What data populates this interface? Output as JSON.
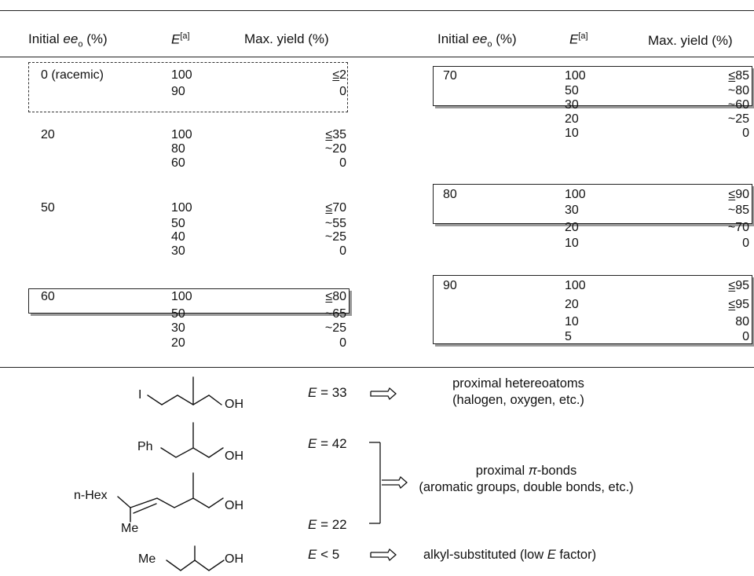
{
  "headers": {
    "ee_pre": "Initial ",
    "ee_var": "ee",
    "ee_sub": "o",
    "ee_post": " (%)",
    "e_var": "E",
    "e_sup": "[a]",
    "yield": "Max. yield (%)"
  },
  "left_table": [
    {
      "ee": "0 (racemic)",
      "E": "100",
      "yield": "2",
      "prefix": "≤"
    },
    {
      "ee": "",
      "E": "90",
      "yield": "0",
      "prefix": ""
    },
    {
      "ee": "20",
      "E": "100",
      "yield": "35",
      "prefix": "≤"
    },
    {
      "ee": "",
      "E": "80",
      "yield": "~20",
      "prefix": ""
    },
    {
      "ee": "",
      "E": "60",
      "yield": "0",
      "prefix": ""
    },
    {
      "ee": "50",
      "E": "100",
      "yield": "70",
      "prefix": "≤"
    },
    {
      "ee": "",
      "E": "50",
      "yield": "~55",
      "prefix": ""
    },
    {
      "ee": "",
      "E": "40",
      "yield": "~25",
      "prefix": ""
    },
    {
      "ee": "",
      "E": "30",
      "yield": "0",
      "prefix": ""
    },
    {
      "ee": "60",
      "E": "100",
      "yield": "80",
      "prefix": "≤"
    },
    {
      "ee": "",
      "E": "50",
      "yield": "~65",
      "prefix": ""
    },
    {
      "ee": "",
      "E": "30",
      "yield": "~25",
      "prefix": ""
    },
    {
      "ee": "",
      "E": "20",
      "yield": "0",
      "prefix": ""
    }
  ],
  "right_table": [
    {
      "ee": "70",
      "E": "100",
      "yield": "85",
      "prefix": "≤"
    },
    {
      "ee": "",
      "E": "50",
      "yield": "~80",
      "prefix": ""
    },
    {
      "ee": "",
      "E": "30",
      "yield": "~60",
      "prefix": ""
    },
    {
      "ee": "",
      "E": "20",
      "yield": "~25",
      "prefix": ""
    },
    {
      "ee": "",
      "E": "10",
      "yield": "0",
      "prefix": ""
    },
    {
      "ee": "80",
      "E": "100",
      "yield": "90",
      "prefix": "≤"
    },
    {
      "ee": "",
      "E": "30",
      "yield": "~85",
      "prefix": ""
    },
    {
      "ee": "",
      "E": "20",
      "yield": "~70",
      "prefix": ""
    },
    {
      "ee": "",
      "E": "10",
      "yield": "0",
      "prefix": ""
    },
    {
      "ee": "90",
      "E": "100",
      "yield": "95",
      "prefix": "≤"
    },
    {
      "ee": "",
      "E": "20",
      "yield": "95",
      "prefix": "≤"
    },
    {
      "ee": "",
      "E": "10",
      "yield": "80",
      "prefix": ""
    },
    {
      "ee": "",
      "E": "5",
      "yield": "0",
      "prefix": ""
    }
  ],
  "structures": {
    "s1_atom_left": "I",
    "s1_atom_right": "OH",
    "s2_atom_left": "Ph",
    "s2_atom_right": "OH",
    "s3_atom_left": "n-Hex",
    "s3_atom_right": "OH",
    "s3_atom_sub": "Me",
    "s4_atom_left": "Me",
    "s4_atom_right": "OH"
  },
  "e_values": {
    "e1": "= 33",
    "e2": "= 42",
    "e3": "= 22",
    "e4": "< 5"
  },
  "notes": {
    "n1_line1": "proximal hetereoatoms",
    "n1_line2": "(halogen, oxygen, etc.)",
    "n2_line1_pre": "proximal ",
    "n2_line1_pi": "π",
    "n2_line1_post": "-bonds",
    "n2_line2": "(aromatic groups, double bonds, etc.)",
    "n3_pre": "alkyl-substituted  (low ",
    "n3_var": "E",
    "n3_post": " factor)"
  }
}
